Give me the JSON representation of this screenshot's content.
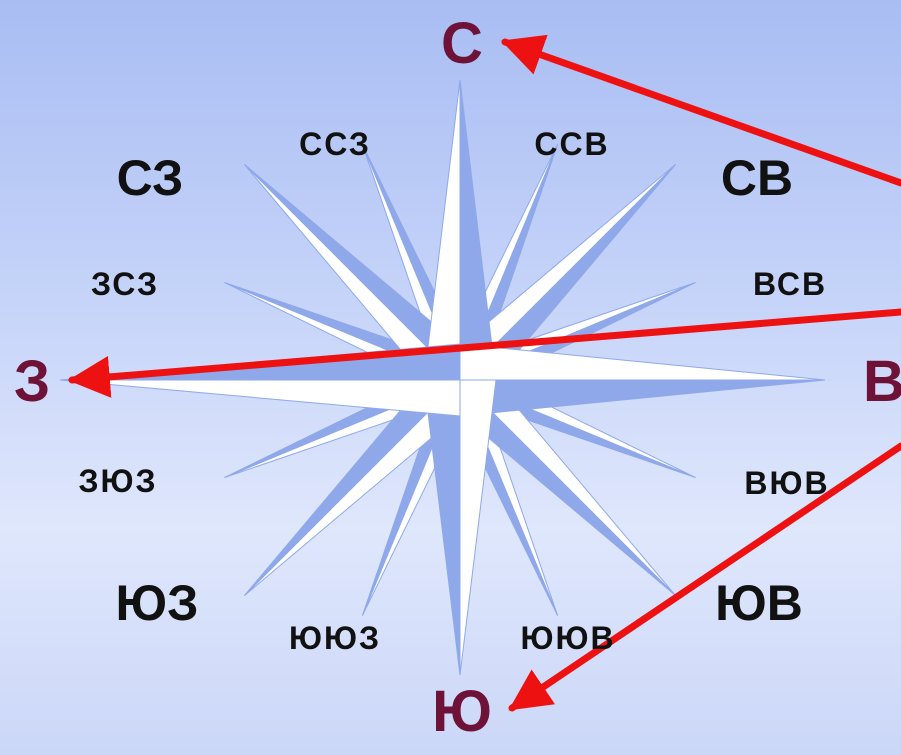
{
  "compass": {
    "cardinal": {
      "north": "С",
      "south": "Ю",
      "west": "З",
      "east": "В"
    },
    "intercardinal": {
      "northwest": "СЗ",
      "northeast": "СВ",
      "southwest": "ЮЗ",
      "southeast": "ЮВ"
    },
    "secondary": {
      "nnw": "ССЗ",
      "nne": "ССВ",
      "wnw": "ЗСЗ",
      "ene": "ВСВ",
      "wsw": "ЗЮЗ",
      "ese": "ВЮВ",
      "ssw": "ЮЮЗ",
      "sse": "ЮЮВ"
    }
  },
  "colors": {
    "arrow": "#ee1111",
    "cardinal_text": "#6e1238",
    "label_text": "#111111",
    "star_light": "#ffffff",
    "star_dark": "#8ea8ea"
  }
}
